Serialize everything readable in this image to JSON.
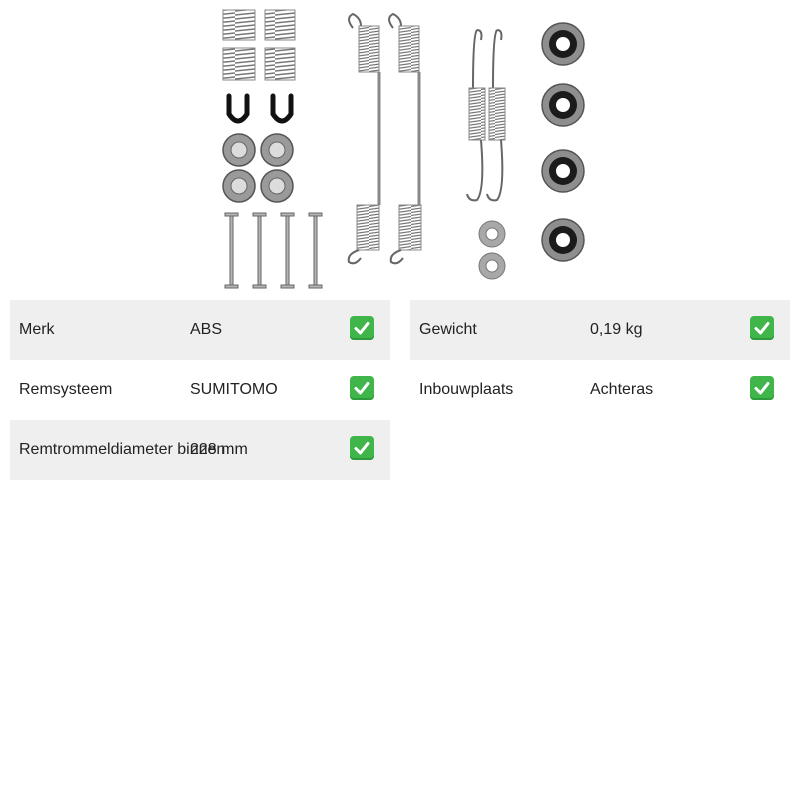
{
  "product_image": {
    "icon": "brake-shoe-accessory-kit-image"
  },
  "specs_left": [
    {
      "label": "Merk",
      "value": "ABS",
      "status_icon": "check-mark-icon"
    },
    {
      "label": "Remsysteem",
      "value": "SUMITOMO",
      "status_icon": "check-mark-icon"
    },
    {
      "label": "Remtrommeldiameter binnen",
      "value": "228 mm",
      "status_icon": "check-mark-icon"
    }
  ],
  "specs_right": [
    {
      "label": "Gewicht",
      "value": "0,19 kg",
      "status_icon": "check-mark-icon"
    },
    {
      "label": "Inbouwplaats",
      "value": "Achteras",
      "status_icon": "check-mark-icon"
    }
  ],
  "colors": {
    "row_shade": "#efefef",
    "check": "#3fb54a"
  }
}
